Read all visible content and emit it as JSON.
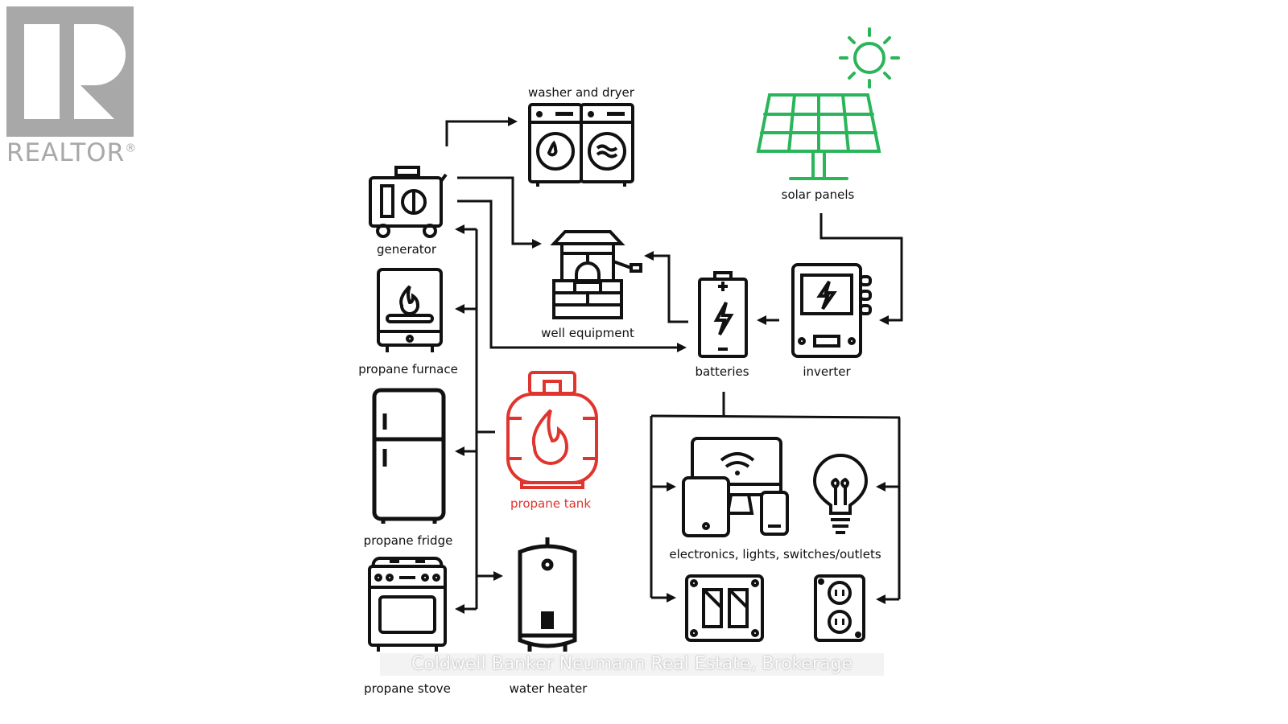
{
  "logo": {
    "text": "REALTOR®"
  },
  "watermark": "Coldwell Banker Neumann Real Estate, Brokerage",
  "colors": {
    "line": "#111111",
    "solar": "#2bb55a",
    "propane": "#e0342f",
    "logo": "#a8a8a8"
  },
  "nodes": {
    "washer_dryer": "washer and dryer",
    "solar_panels": "solar panels",
    "generator": "generator",
    "well_equipment": "well equipment",
    "batteries": "batteries",
    "inverter": "inverter",
    "propane_furnace": "propane furnace",
    "propane_tank": "propane tank",
    "propane_fridge": "propane fridge",
    "electronics": "electronics, lights, switches/outlets",
    "propane_stove": "propane stove",
    "water_heater": "water heater"
  }
}
